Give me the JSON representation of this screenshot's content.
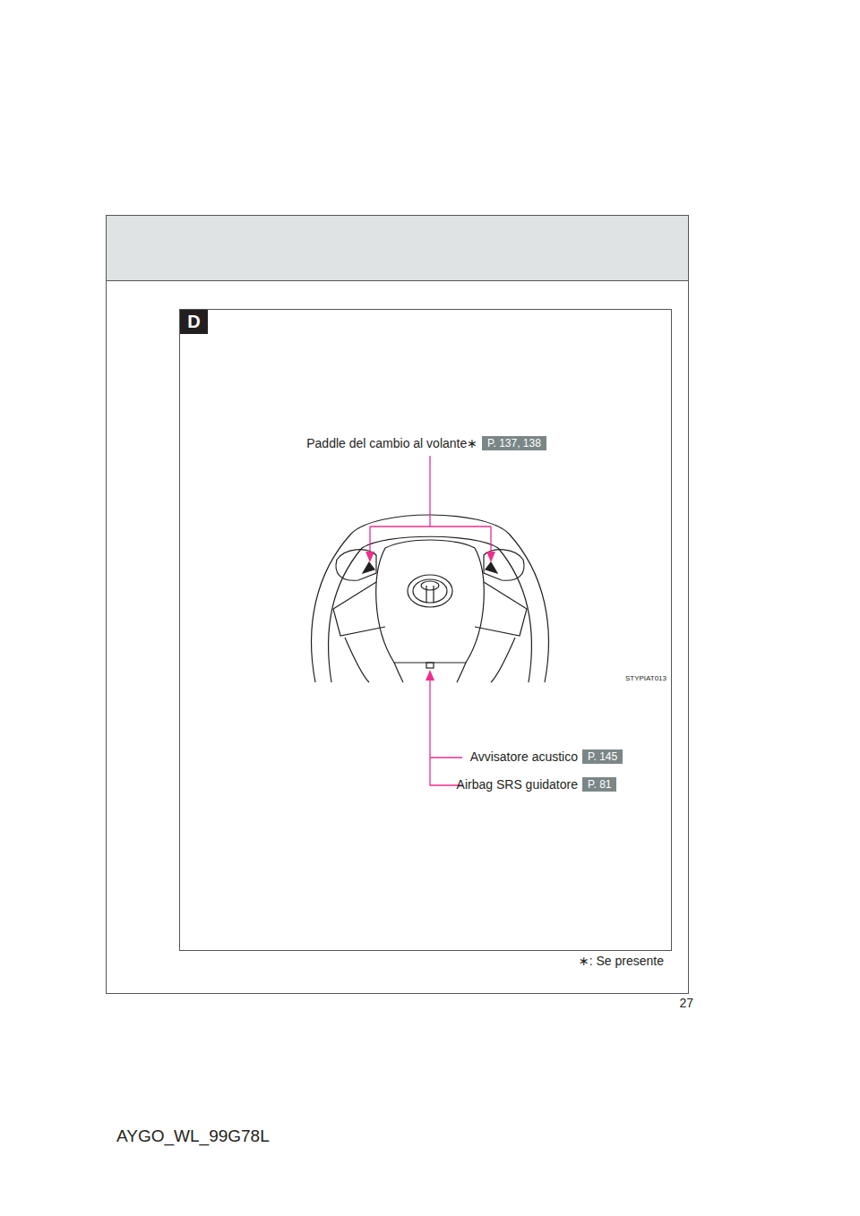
{
  "diagram": {
    "labels": [
      "D",
      "Paddle del cambio al volante∗",
      "P. 137, 138",
      "STYPIAT013",
      "Avvisatore acustico",
      "P. 145",
      "Airbag SRS guidatore",
      "P. 81",
      "∗: Se presente",
      "27",
      "AYGO_WL_99G78L"
    ]
  }
}
